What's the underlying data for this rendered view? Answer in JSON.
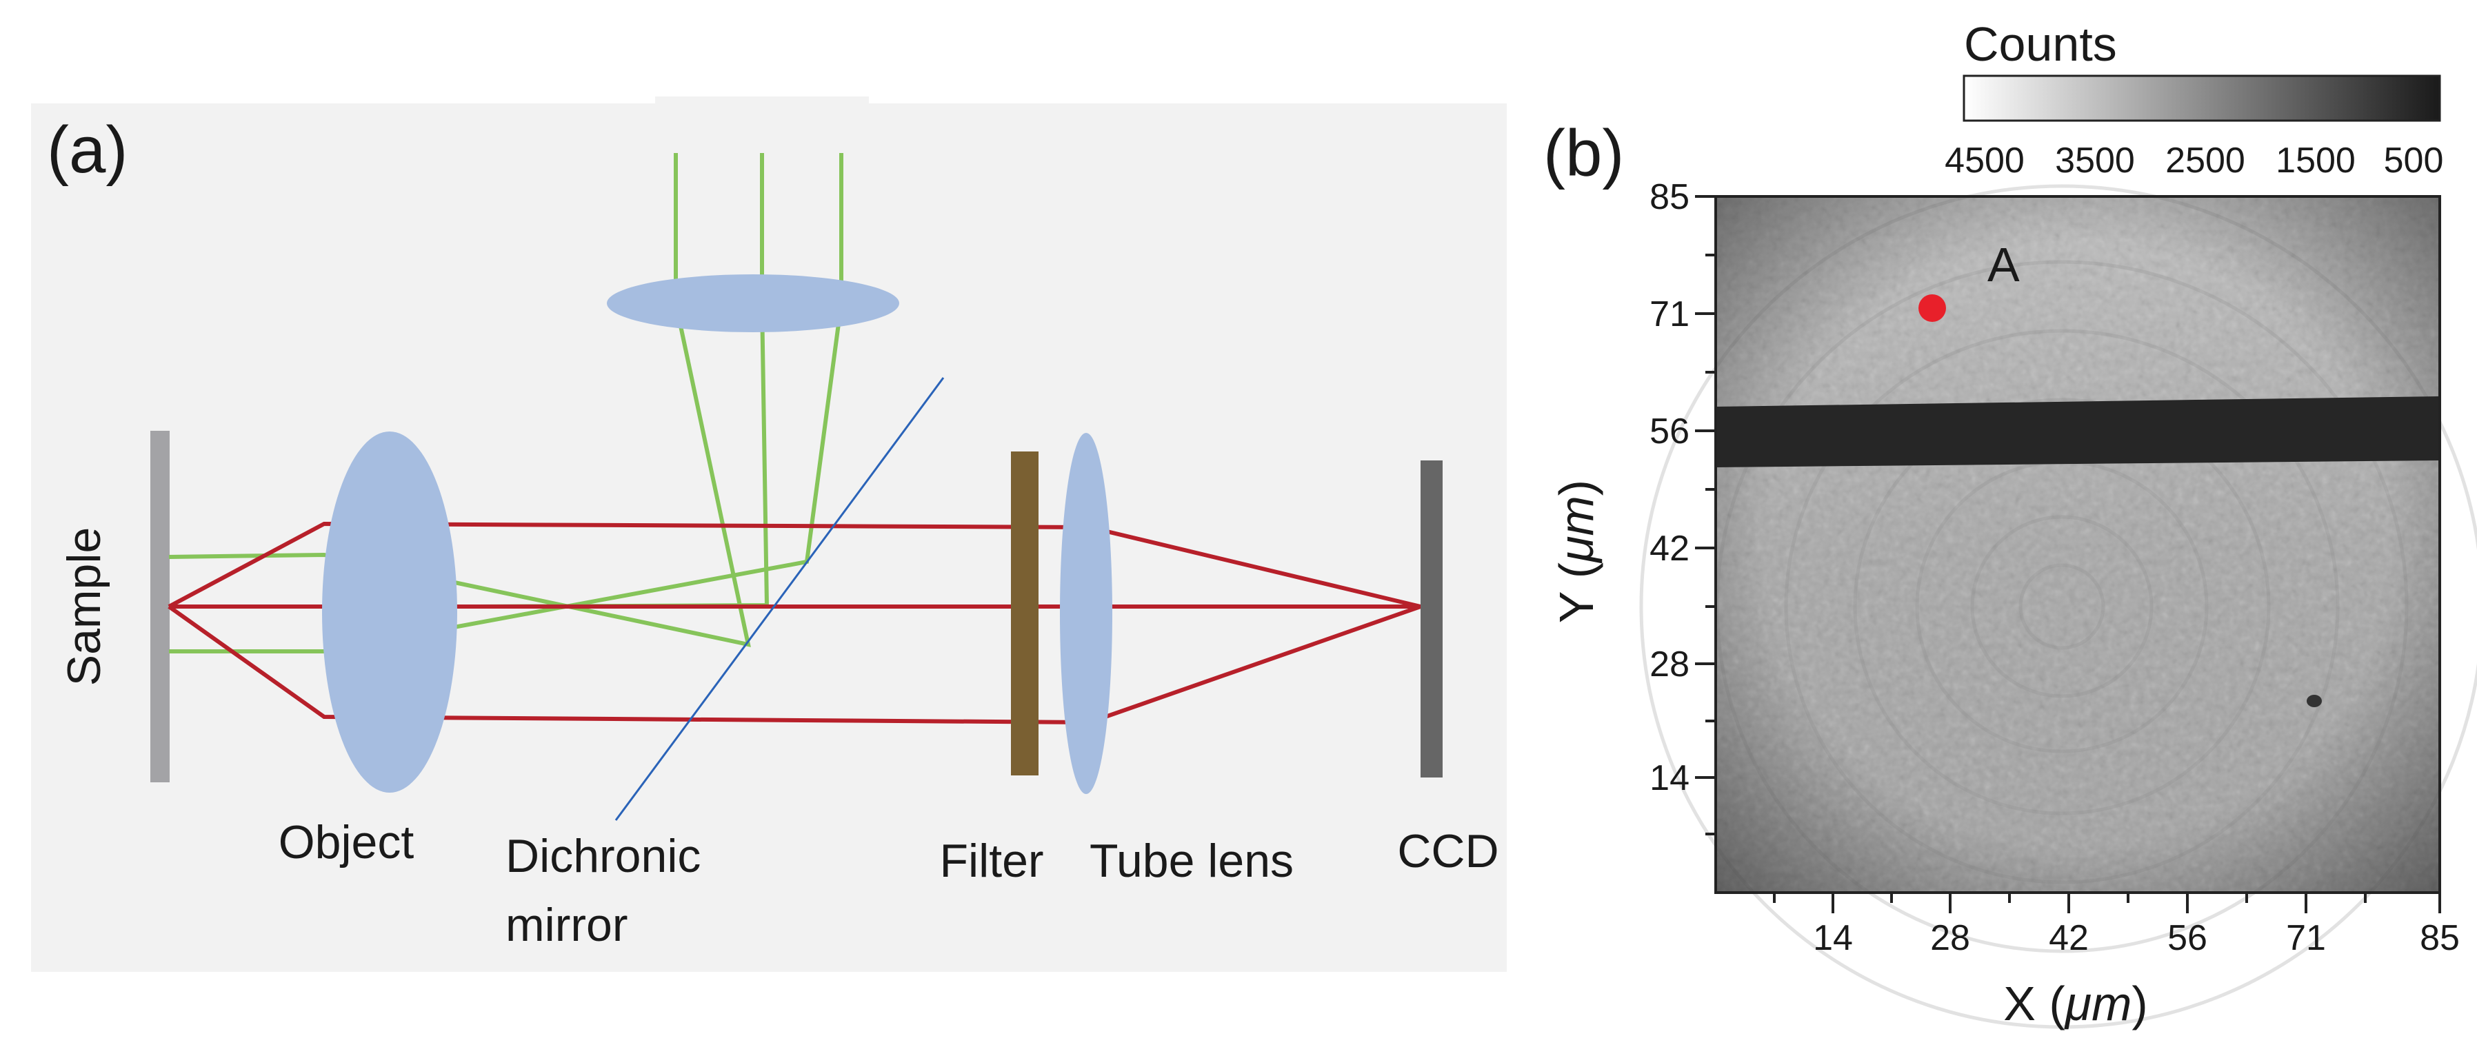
{
  "panel_a": {
    "letter": "(a)",
    "labels": {
      "sample": "Sample",
      "object": "Object",
      "dichroic_1": "Dichronic",
      "dichroic_2": "mirror",
      "filter": "Filter",
      "tube_lens": "Tube lens",
      "ccd": "CCD"
    },
    "colors": {
      "background": "#f2f2f2",
      "lens": "#a6bde0",
      "sample_plate": "#a3a3a6",
      "filter": "#7a6032",
      "ccd": "#666666",
      "excitation_ray": "#86c45a",
      "emission_ray": "#b7202a",
      "dichroic": "#2a63b8"
    }
  },
  "panel_b": {
    "letter": "(b)",
    "colorbar": {
      "title": "Counts",
      "ticks": [
        "4500",
        "3500",
        "2500",
        "1500",
        "500"
      ]
    },
    "x_ticks": [
      "14",
      "28",
      "42",
      "56",
      "71",
      "85"
    ],
    "y_ticks": [
      "85",
      "71",
      "56",
      "42",
      "28",
      "14"
    ],
    "x_label_prefix": "X (",
    "x_label_unit": "μm",
    "x_label_suffix": ")",
    "y_label_prefix": "Y (",
    "y_label_unit": "μm",
    "y_label_suffix": ")",
    "point_label": "A",
    "colors": {
      "point": "#e8202a"
    }
  }
}
